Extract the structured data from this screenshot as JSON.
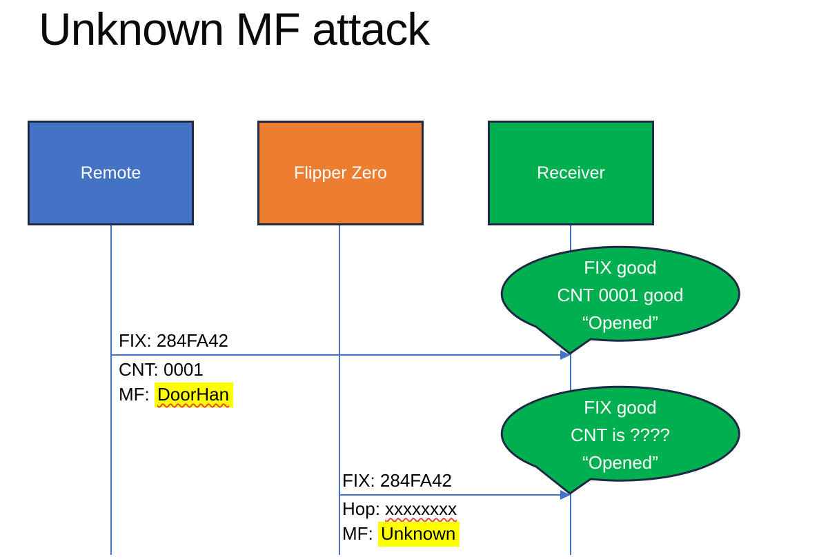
{
  "title": "Unknown MF attack",
  "actors": [
    {
      "label": "Remote",
      "fill": "#4472C4"
    },
    {
      "label": "Flipper Zero",
      "fill": "#ED7D31"
    },
    {
      "label": "Receiver",
      "fill": "#00B050"
    }
  ],
  "messages": [
    {
      "from": "Remote",
      "to": "Receiver",
      "fix": "FIX: 284FA42",
      "cnt": "CNT: 0001",
      "mf_prefix": "MF: ",
      "mf_value": "DoorHan"
    },
    {
      "from": "Flipper Zero",
      "to": "Receiver",
      "fix": "FIX: 284FA42",
      "hop_prefix": "Hop: ",
      "hop_value": "xxxxxxxx",
      "mf_prefix": "MF: ",
      "mf_value": "Unknown"
    }
  ],
  "bubbles": [
    {
      "lines": [
        "FIX good",
        "CNT 0001 good",
        "“Opened”"
      ]
    },
    {
      "lines": [
        "FIX good",
        "CNT is ????",
        "“Opened”"
      ]
    }
  ],
  "colors": {
    "remote_fill": "#4472C4",
    "flipper_fill": "#ED7D31",
    "receiver_fill": "#00B050",
    "bubble_fill": "#00B050",
    "shape_border": "#1E2A45",
    "connector": "#4472C4",
    "highlight": "#FFFF00",
    "squiggle": "#E8472B",
    "text_dark": "#000000",
    "text_light": "#FFFFFF"
  }
}
